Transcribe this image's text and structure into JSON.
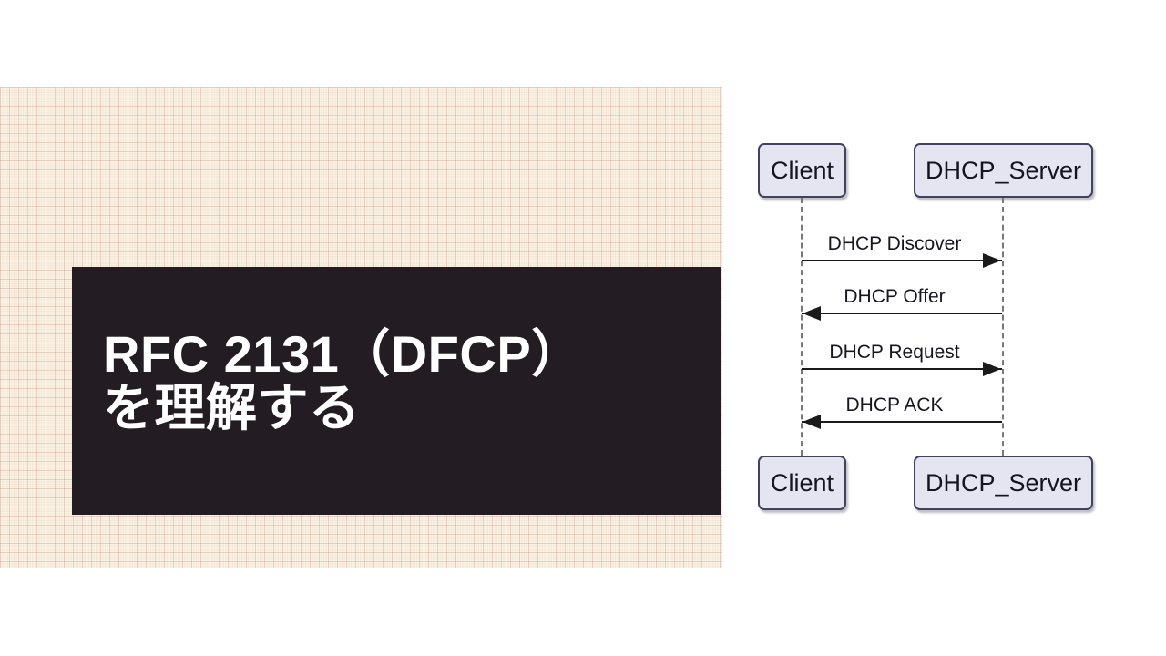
{
  "slide": {
    "title_line1": "RFC 2131（DFCP）",
    "title_line2": "を理解する",
    "background_color": "#ffffff",
    "paper_color": "#fcf4e4",
    "title_box_color": "#231d23",
    "title_text_color": "#ffffff"
  },
  "diagram": {
    "type": "sequence",
    "participants": [
      {
        "name": "Client"
      },
      {
        "name": "DHCP_Server"
      }
    ],
    "messages": [
      {
        "label": "DHCP Discover",
        "from": "Client",
        "to": "DHCP_Server",
        "direction": "right"
      },
      {
        "label": "DHCP Offer",
        "from": "DHCP_Server",
        "to": "Client",
        "direction": "left"
      },
      {
        "label": "DHCP Request",
        "from": "Client",
        "to": "DHCP_Server",
        "direction": "right"
      },
      {
        "label": "DHCP ACK",
        "from": "DHCP_Server",
        "to": "Client",
        "direction": "left"
      }
    ],
    "colors": {
      "participant_fill": "#e5e5f2",
      "participant_border": "#42425c",
      "arrow": "#1a1a1a",
      "lifeline": "#787878"
    }
  }
}
